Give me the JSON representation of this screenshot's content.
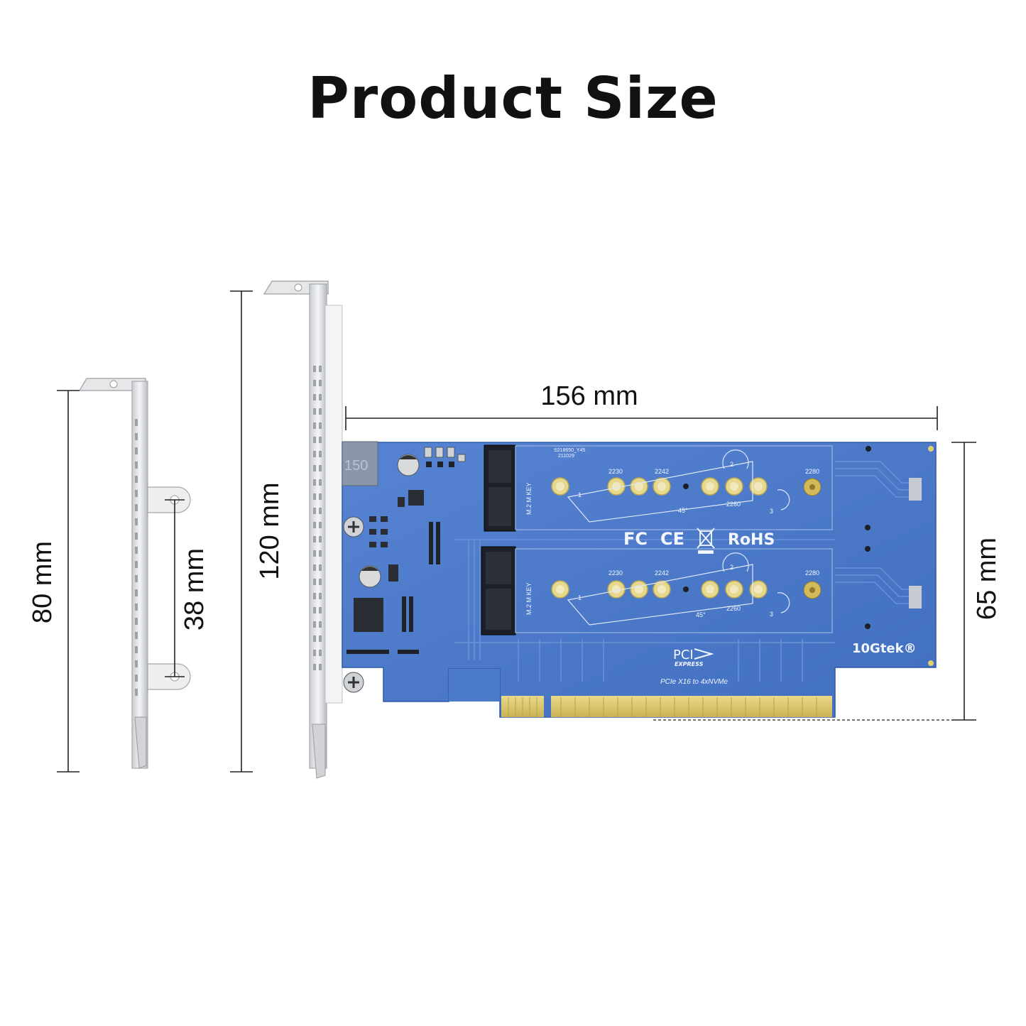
{
  "title": "Product Size",
  "dimensions": {
    "short_bracket_height": "80 mm",
    "short_bracket_hole_spacing": "38 mm",
    "full_bracket_height": "120 mm",
    "card_length": "156 mm",
    "card_height": "65 mm"
  },
  "board": {
    "brand": "10Gtek®",
    "product_label": "PCIe X16  to 4xNVMe",
    "pci_logo": "PCI",
    "pci_logo_sub": "EXPRESS",
    "cert_fc": "FC",
    "cert_ce": "CE",
    "cert_rohs": "RoHS",
    "slot_key_label": "M.2  M  KEY",
    "size_2230": "2230",
    "size_2242": "2242",
    "size_2260": "2260",
    "size_2280": "2280",
    "angle": "45°",
    "step_1": "1",
    "step_2": "2",
    "step_3": "3",
    "part_code": "S218650_Y45",
    "part_date": "211029",
    "inductor_mark": "150"
  },
  "colors": {
    "pcb": "#4a79c9",
    "pcb_light": "#6f97db",
    "gold": "#d9c46a",
    "bracket": "#dfe1e4"
  }
}
